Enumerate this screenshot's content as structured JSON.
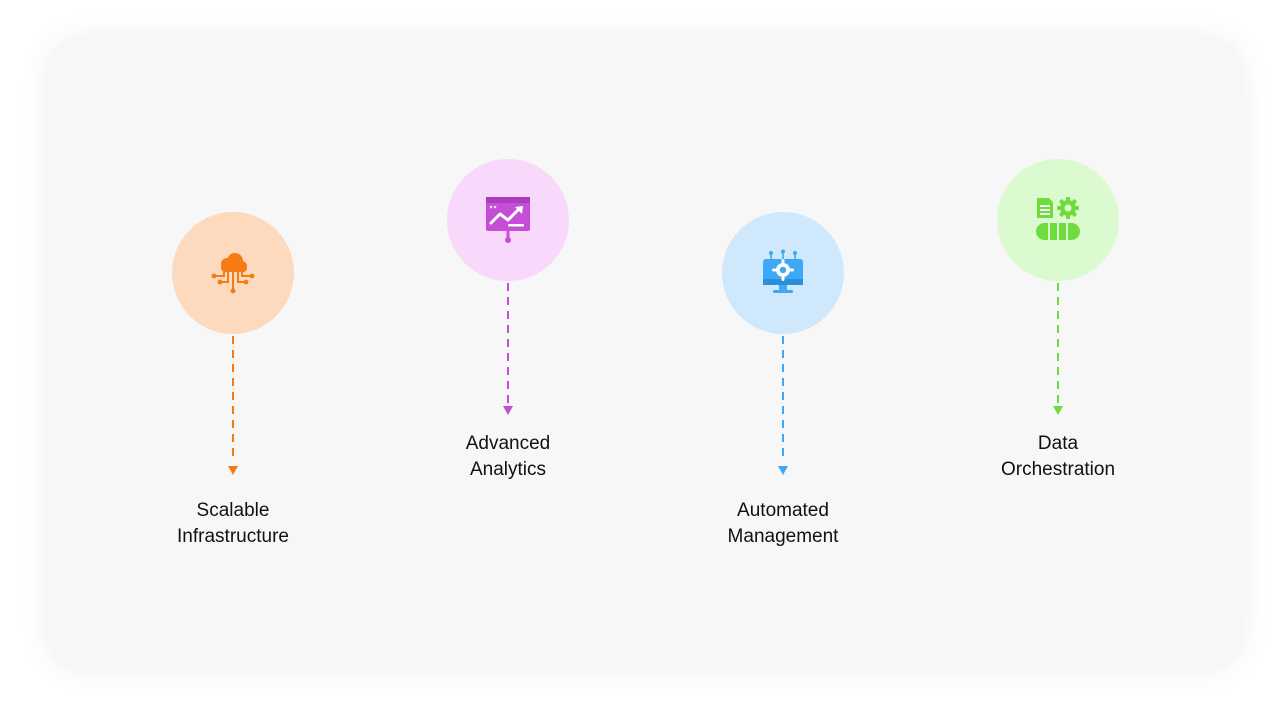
{
  "features": [
    {
      "label": "Scalable\nInfrastructure",
      "icon": "cloud-network-icon",
      "color": "#f57c14",
      "bg": "#fdd9bd"
    },
    {
      "label": "Advanced\nAnalytics",
      "icon": "presentation-chart-icon",
      "color": "#c44fd6",
      "bg": "#f8d8fb"
    },
    {
      "label": "Automated\nManagement",
      "icon": "monitor-gear-icon",
      "color": "#3da8f5",
      "bg": "#cfe8fc"
    },
    {
      "label": "Data\nOrchestration",
      "icon": "document-gear-database-icon",
      "color": "#6edc3c",
      "bg": "#dcfad0"
    }
  ]
}
